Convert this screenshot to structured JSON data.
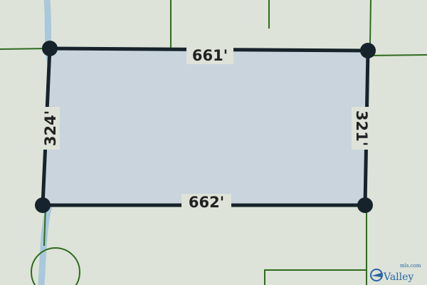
{
  "map": {
    "colors": {
      "background": "#dde3d8",
      "parcel_fill": "#c9d4dc",
      "parcel_outline": "#17232b",
      "lot_lines": "#2f6b1e",
      "stream": "#a9c8dc",
      "watermark": "#2a64a8"
    },
    "parcel": {
      "dimensions": {
        "top": "661'",
        "bottom": "662'",
        "left": "324'",
        "right": "321'"
      }
    },
    "watermark": {
      "brand": "Valley",
      "suffix": "mls.com"
    }
  }
}
